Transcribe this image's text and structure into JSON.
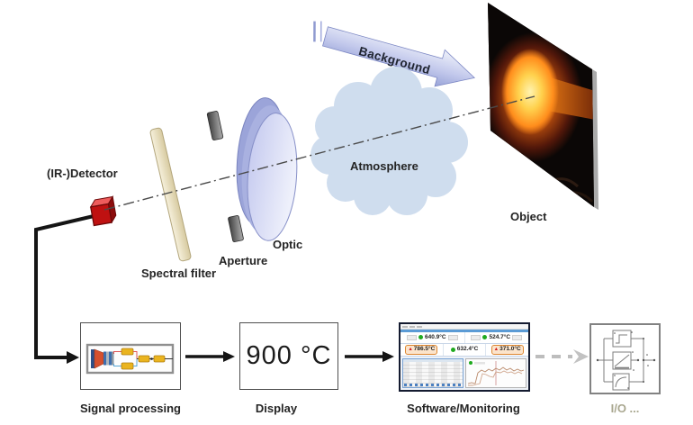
{
  "scene": {
    "optical_path": {
      "detector_label": "(IR-)Detector",
      "spectral_filter_label": "Spectral filter",
      "aperture_label": "Aperture",
      "optic_label": "Optic",
      "atmosphere_label": "Atmosphere",
      "background_label": "Background",
      "object_label": "Object"
    },
    "processing_chain": {
      "signal_processing_label": "Signal processing",
      "display_label": "Display",
      "display_value": "900 °C",
      "software_label": "Software/Monitoring",
      "io_label": "I/O ..."
    },
    "monitoring_software": {
      "row1": [
        {
          "value": "640.9°C",
          "status": "ok"
        },
        {
          "value": "524.7°C",
          "status": "ok"
        }
      ],
      "row2": [
        {
          "value": "786.5°C",
          "status": "alarm"
        },
        {
          "value": "632.4°C",
          "status": "ok"
        },
        {
          "value": "371.0°C",
          "status": "alarm"
        }
      ]
    },
    "icons": {
      "alarm": "▲"
    },
    "colors": {
      "ok_green": "#1faa1f",
      "alarm_red": "#d42020",
      "alarm_border": "#dd8833",
      "accent_blue": "#5b9bd5",
      "io_label_color": "#a9a78f",
      "lens_lavender": "#b9c0e8",
      "cloud_blue": "#cfddee",
      "filter_cream": "#efe7cb",
      "detector_red": "#bf1111",
      "glow_orange": "#ff8d1c"
    }
  }
}
